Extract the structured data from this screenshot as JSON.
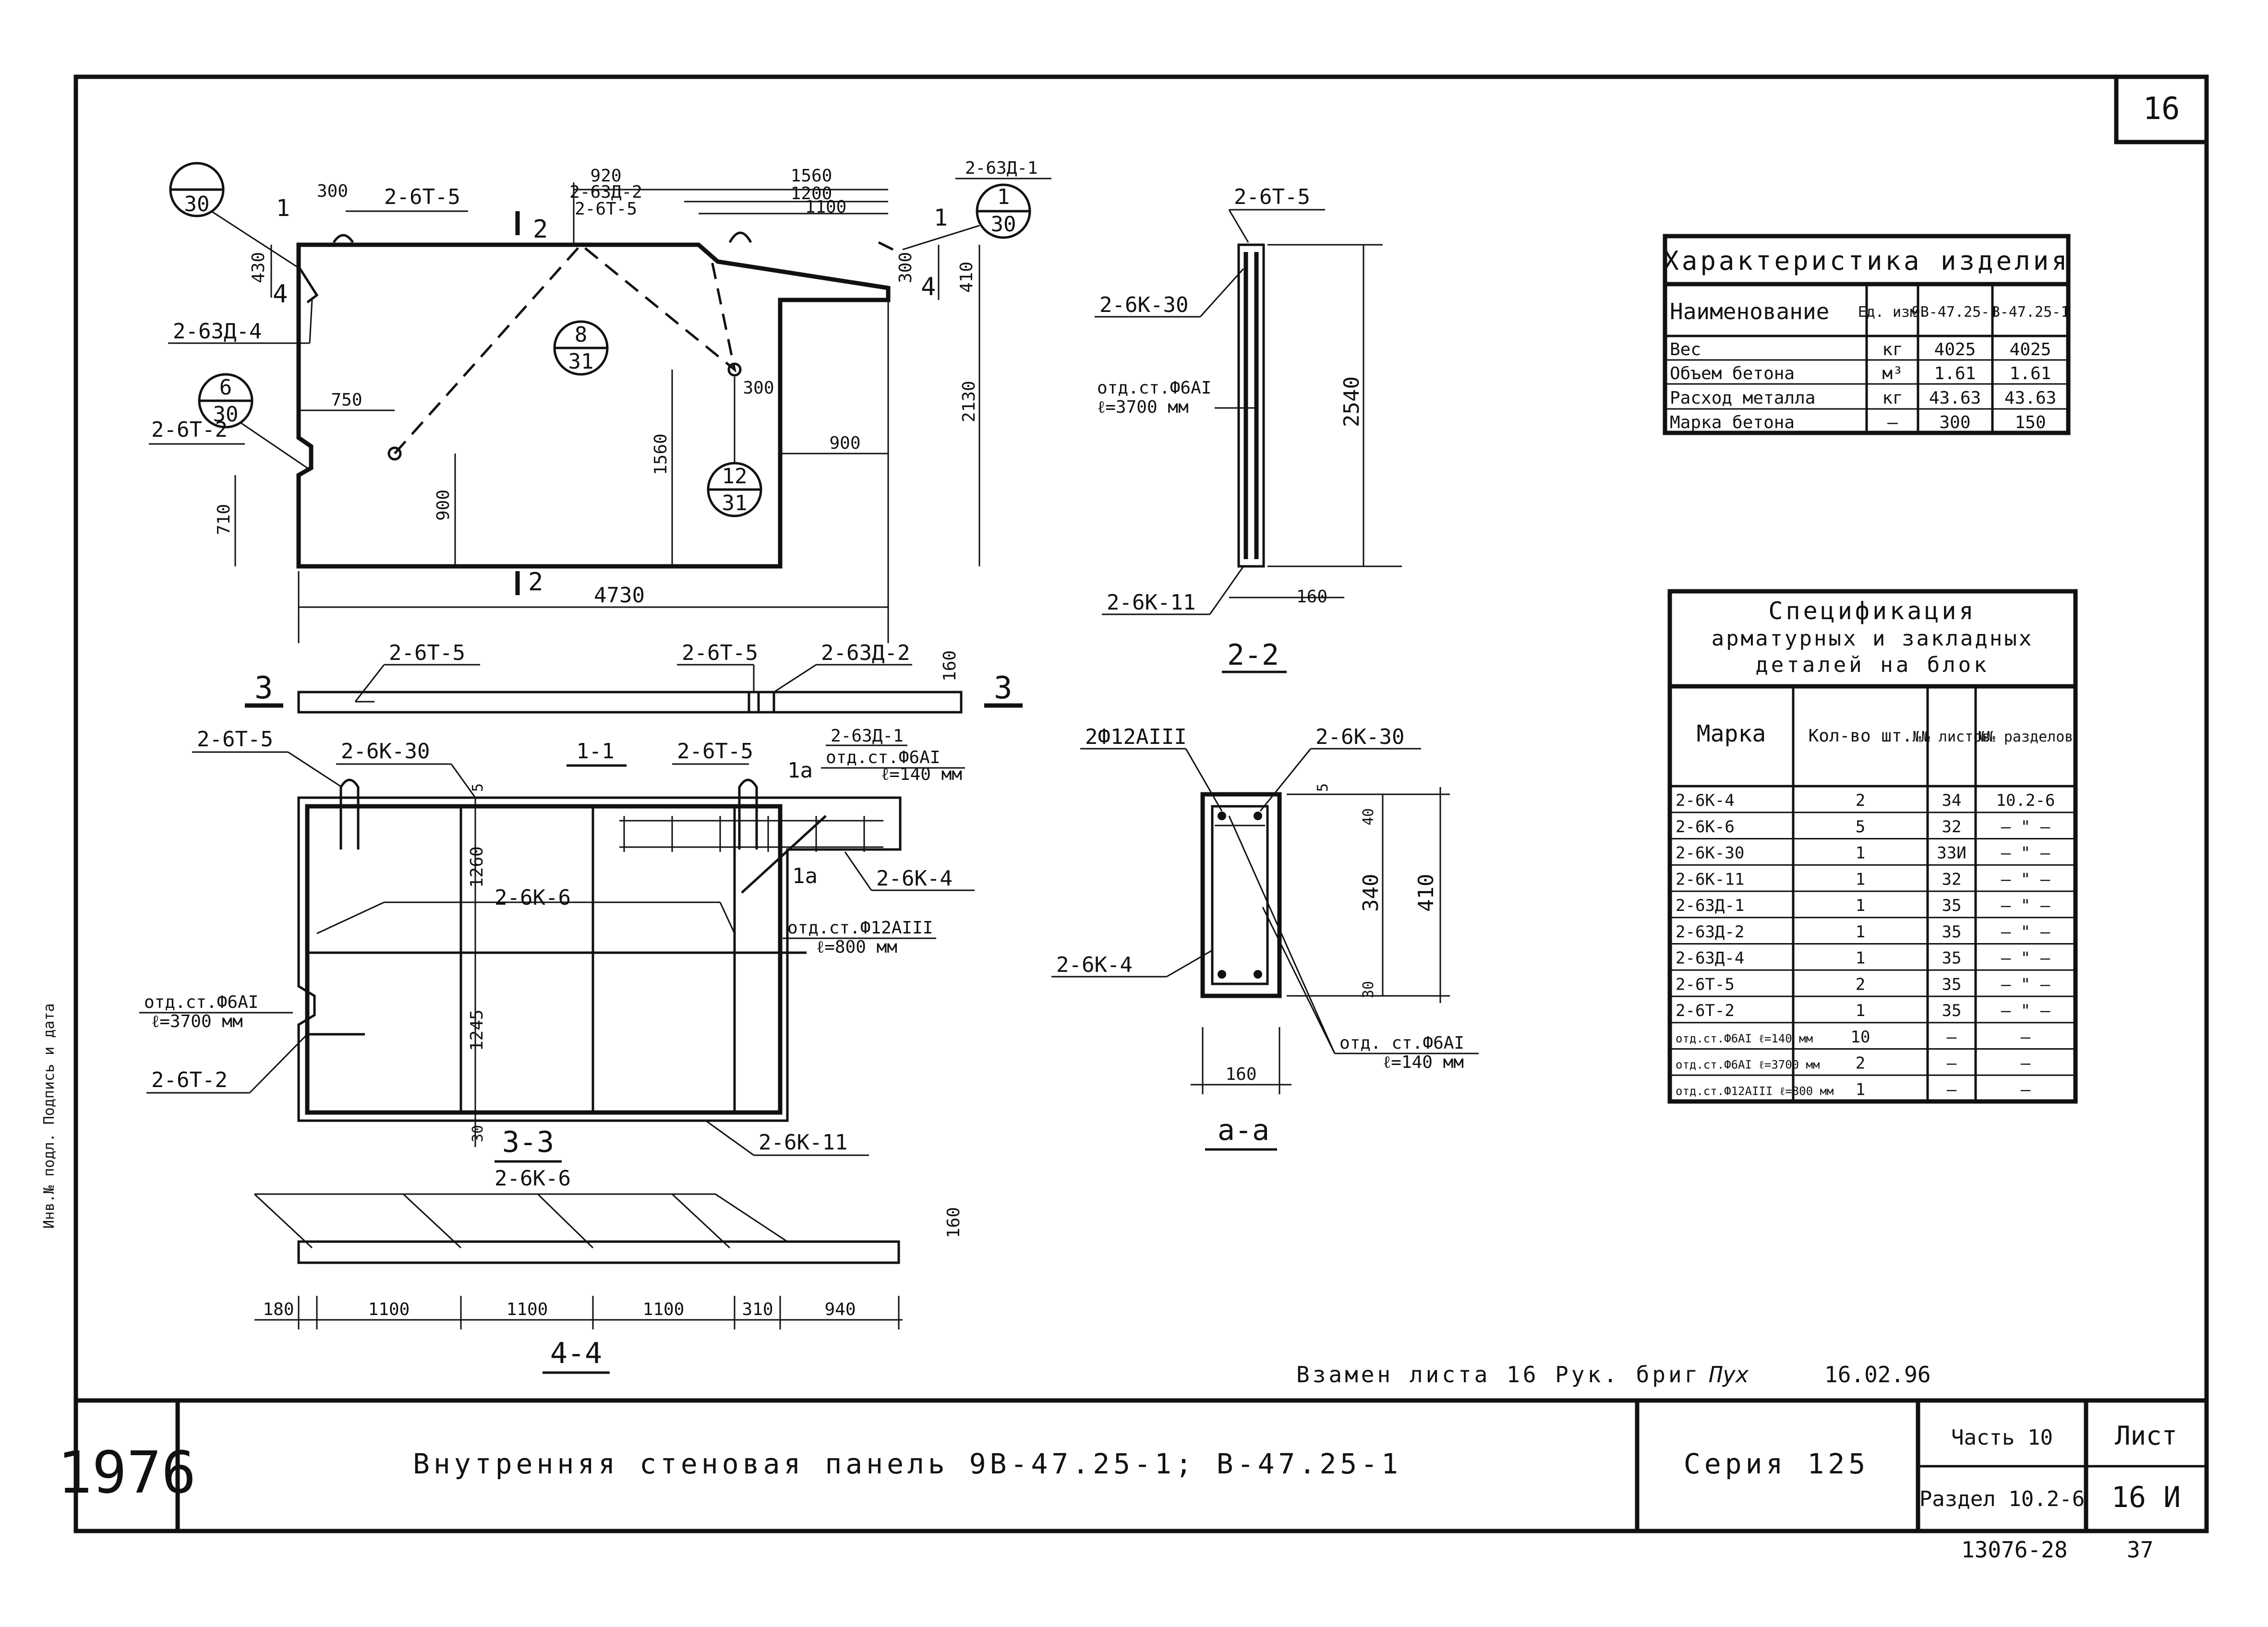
{
  "sheet": {
    "corner_number": "16",
    "year": "1976",
    "title": "Внутренняя стеновая панель 9В-47.25-1; В-47.25-1",
    "series": "Серия 125",
    "part": "Часть 10",
    "section": "Раздел 10.2-6",
    "sheet_label": "Лист",
    "sheet_number": "16 И",
    "replace_note": "Взамен листа 16 Рук. бриг",
    "signature": "Пух",
    "date": "16.02.96",
    "doc_number": "13076-28",
    "page_number": "37",
    "side_note": "Инв.№ подл. Подпись и дата"
  },
  "characteristics": {
    "title": "Характеристика изделия",
    "headers": [
      "Наименование",
      "Ед. изм.",
      "9В-47.25-1",
      "В-47.25-1"
    ],
    "rows": [
      [
        "Вес",
        "кг",
        "4025",
        "4025"
      ],
      [
        "Объем бетона",
        "м³",
        "1.61",
        "1.61"
      ],
      [
        "Расход металла",
        "кг",
        "43.63",
        "43.63"
      ],
      [
        "Марка бетона",
        "—",
        "300",
        "150"
      ]
    ]
  },
  "specification": {
    "title_1": "Спецификация",
    "title_2": "арматурных и закладных",
    "title_3": "деталей на блок",
    "headers": [
      "Марка",
      "Кол-во шт.",
      "№№ листов",
      "№№ разделов"
    ],
    "rows": [
      [
        "2-6К-4",
        "2",
        "34",
        "10.2-6"
      ],
      [
        "2-6К-6",
        "5",
        "32",
        "— \" —"
      ],
      [
        "2-6К-30",
        "1",
        "33И",
        "— \" —"
      ],
      [
        "2-6К-11",
        "1",
        "32",
        "— \" —"
      ],
      [
        "2-63Д-1",
        "1",
        "35",
        "— \" —"
      ],
      [
        "2-63Д-2",
        "1",
        "35",
        "— \" —"
      ],
      [
        "2-63Д-4",
        "1",
        "35",
        "— \" —"
      ],
      [
        "2-6Т-5",
        "2",
        "35",
        "— \" —"
      ],
      [
        "2-6Т-2",
        "1",
        "35",
        "— \" —"
      ],
      [
        "отд.ст.Ф6АІ ℓ=140 мм",
        "10",
        "—",
        "—"
      ],
      [
        "отд.ст.Ф6АІ ℓ=3700 мм",
        "2",
        "—",
        "—"
      ],
      [
        "отд.ст.Ф12АІІІ ℓ=800 мм",
        "1",
        "—",
        "—"
      ]
    ]
  },
  "views": {
    "elevation": {
      "callout_30_top": "30",
      "callout_1_top": "1",
      "callout_1_bot": "30",
      "callout_8_top": "8",
      "callout_8_bot": "31",
      "callout_6_top": "6",
      "callout_6_bot": "30",
      "callout_12_top": "12",
      "callout_12_bot": "31",
      "dim_300a": "300",
      "dim_920": "920",
      "dim_1560a": "1560",
      "dim_1200": "1200",
      "dim_1100a": "1100",
      "dim_300b": "300",
      "dim_410a": "410",
      "dim_430": "430",
      "dim_2130": "2130",
      "dim_750": "750",
      "dim_300c": "300",
      "dim_900a": "900",
      "dim_1560b": "1560",
      "dim_900b": "900",
      "dim_710": "710",
      "dim_4730": "4730",
      "lbl_6t5_a": "2-6Т-5",
      "lbl_63d2": "2-63Д-2",
      "lbl_6t5_b": "2-6Т-5",
      "lbl_63d1": "2-63Д-1",
      "lbl_63d4": "2-63Д-4",
      "lbl_6t2": "2-6Т-2",
      "sec_2_top": "2",
      "sec_2_bot": "2",
      "mark_1_left": "1",
      "mark_1_right": "1",
      "mark_4_left": "4",
      "mark_4_right": "4"
    },
    "section_3": {
      "lbl_6t5_a": "2-6Т-5",
      "lbl_6t5_b": "2-6Т-5",
      "lbl_63d2": "2-63Д-2",
      "dim_160": "160",
      "mark_3_left": "3",
      "mark_3_right": "3"
    },
    "section_1": {
      "title": "1-1",
      "lbl_6t5_a": "2-6Т-5",
      "lbl_6k30": "2-6К-30",
      "lbl_6t5_b": "2-6Т-5",
      "lbl_63d1": "2-63Д-1",
      "lbl_otd140": "отд.ст.Ф6АІ",
      "lbl_otd140_len": "ℓ=140 мм",
      "lbl_1a_top": "1а",
      "lbl_1a_bot": "1а",
      "lbl_6k4": "2-6К-4",
      "lbl_6k6": "2-6К-6",
      "lbl_otd800": "отд.ст.Ф12АІІІ",
      "lbl_otd800_len": "ℓ=800 мм",
      "lbl_otd3700": "отд.ст.Ф6АІ",
      "lbl_otd3700_len": "ℓ=3700 мм",
      "lbl_6t2": "2-6Т-2",
      "lbl_6k11": "2-6К-11",
      "dim_5": "5",
      "dim_1260": "1260",
      "dim_1245": "1245",
      "dim_30": "30",
      "subtitle": "3-3"
    },
    "section_4": {
      "lbl_6k6": "2-6К-6",
      "dim_160": "160",
      "dims": [
        "180",
        "1100",
        "1100",
        "1100",
        "310",
        "940"
      ],
      "title": "4-4"
    },
    "section_2": {
      "lbl_6t5": "2-6Т-5",
      "lbl_6k30": "2-6К-30",
      "lbl_otd": "отд.ст.Ф6АІ",
      "lbl_otd_len": "ℓ=3700 мм",
      "dim_2540": "2540",
      "lbl_6k11": "2-6К-11",
      "dim_160": "160",
      "title": "2-2"
    },
    "section_a": {
      "lbl_bars": "2Ф12АІІІ",
      "lbl_6k30": "2-6К-30",
      "dim_5": "5",
      "dim_40": "40",
      "dim_340": "340",
      "dim_410": "410",
      "dim_30": "30",
      "lbl_6k4": "2-6К-4",
      "lbl_otd": "отд. ст.Ф6АІ",
      "lbl_otd_len": "ℓ=140 мм",
      "dim_160": "160",
      "title": "а-а"
    }
  }
}
